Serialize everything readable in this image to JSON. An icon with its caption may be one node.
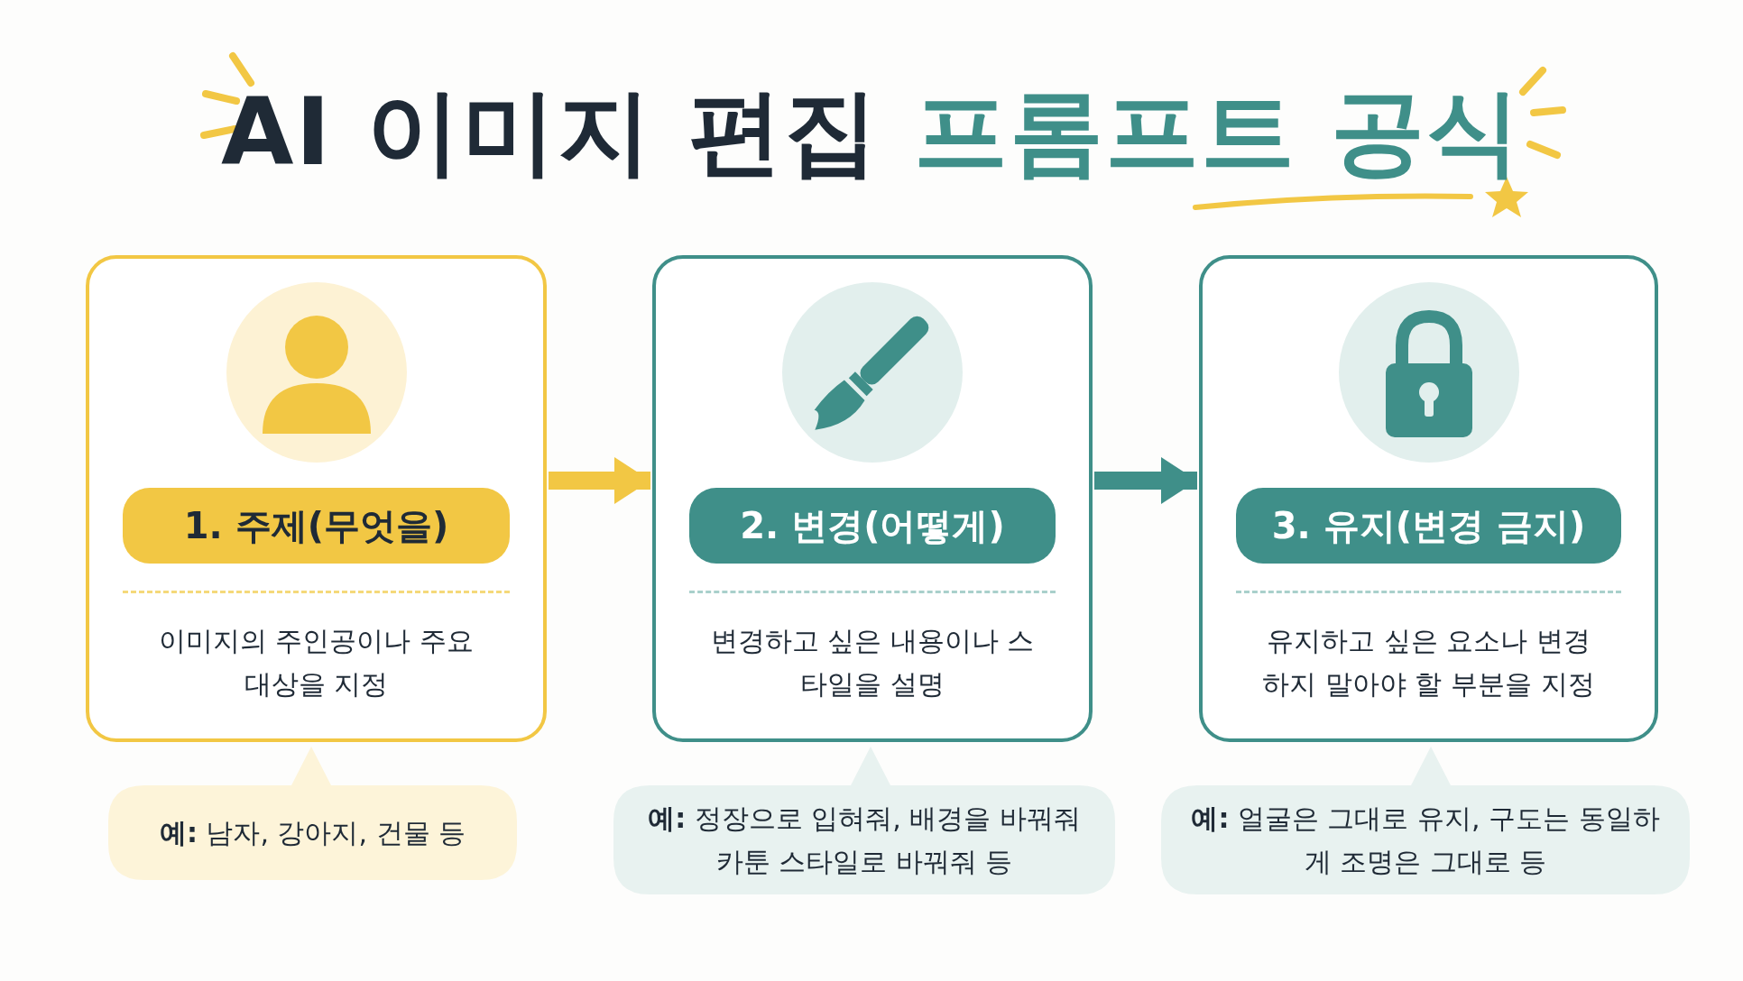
{
  "diagram": {
    "title": "AI 이미지 편집 프롬프트 공식",
    "nodes": [
      {
        "text": [
          "1. 주제(무엇을)",
          "이미지의 주인공이나 주요 대상을 지정"
        ]
      },
      {
        "text": [
          "2. 변경(어떻게)",
          "변경하고 싶은 내용이나 스타일을 설명"
        ]
      },
      {
        "text": [
          "3. 유지(변경 금지)",
          "유지하고 싶은 요소나 변경하지 말아야 할 부분을 지정"
        ]
      },
      {
        "text": [
          "**예:** 남자, 강아지, 건물 등"
        ]
      },
      {
        "text": [
          "**예:** 정장으로 입혀줘, 배경을 바꿔줘 카툰 스타일로 바꿔줘 등"
        ]
      },
      {
        "text": [
          "**예:** 얼굴은 그대로 유지, 구도는 동일하게 조명은 그대로 등"
        ]
      }
    ],
    "edges": [
      {
        "from": 0,
        "to": 1,
        "arrow": "to",
        "color": "#f2c744"
      },
      {
        "from": 1,
        "to": 2,
        "arrow": "to",
        "color": "#3f8f89"
      }
    ]
  }
}
